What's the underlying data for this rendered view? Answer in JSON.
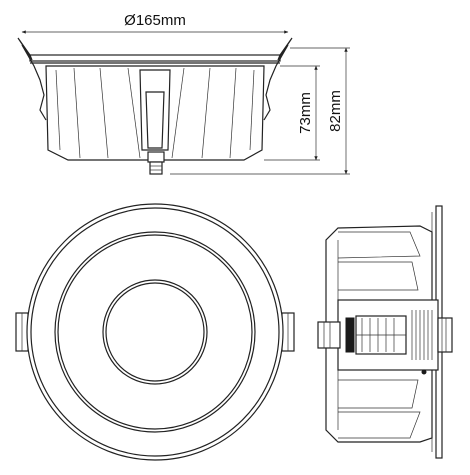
{
  "dimensions": {
    "diameter": "Ø165mm",
    "height_body": "73mm",
    "height_total": "82mm"
  },
  "views": [
    "side-view",
    "front-view",
    "profile-view"
  ]
}
